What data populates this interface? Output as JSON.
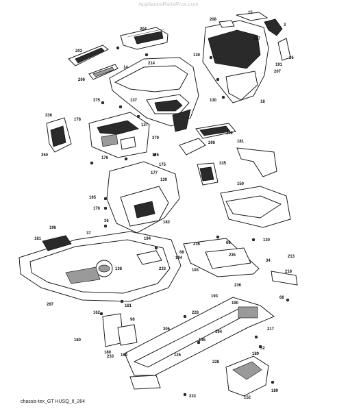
{
  "watermark": "AppliancePartsPros.com",
  "footer_caption": "chassis-tex_GT HUSQ_II_264",
  "callouts": [
    "15",
    "208",
    "3",
    "204",
    "207",
    "26",
    "203",
    "130",
    "214",
    "191",
    "14",
    "206",
    "207",
    "137",
    "375",
    "137",
    "18",
    "130",
    "336",
    "178",
    "379",
    "202",
    "206",
    "181",
    "350",
    "176",
    "176",
    "175",
    "335",
    "177",
    "150",
    "130",
    "195",
    "176",
    "182",
    "36",
    "196",
    "181",
    "37",
    "194",
    "130",
    "235",
    "68",
    "235",
    "68",
    "194",
    "138",
    "233",
    "34",
    "213",
    "218",
    "193",
    "68",
    "193",
    "236",
    "228",
    "190",
    "287",
    "181",
    "162",
    "98",
    "305",
    "194",
    "180",
    "146",
    "180",
    "217",
    "189",
    "233",
    "125",
    "189",
    "52",
    "228",
    "233",
    "152",
    "189"
  ],
  "colors": {
    "line": "#1a1a1a",
    "text": "#111111",
    "fill_dark": "#2a2a2a",
    "fill_grey": "#9a9a9a",
    "watermark": "#c8c8c8"
  }
}
